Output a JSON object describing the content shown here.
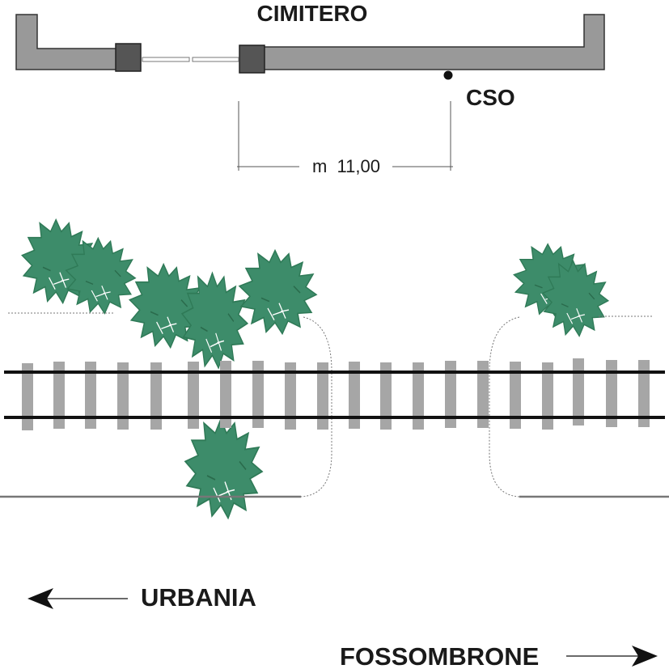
{
  "labels": {
    "cimitero": "CIMITERO",
    "cso": "CSO",
    "distance": "m  11,00",
    "urbania": "URBANIA",
    "fossombrone": "FOSSOMBRONE"
  },
  "colors": {
    "wall": "#999999",
    "wall_stroke": "#333333",
    "post": "#555555",
    "rail": "#111111",
    "sleeper": "#a6a6a6",
    "bush": "#3d8c6a",
    "bush_stroke": "#2f7a57",
    "text": "#1a1a1a"
  },
  "icons": {
    "left_arrow": "arrow-left-icon",
    "right_arrow": "arrow-right-icon",
    "bush": "bush-icon"
  }
}
